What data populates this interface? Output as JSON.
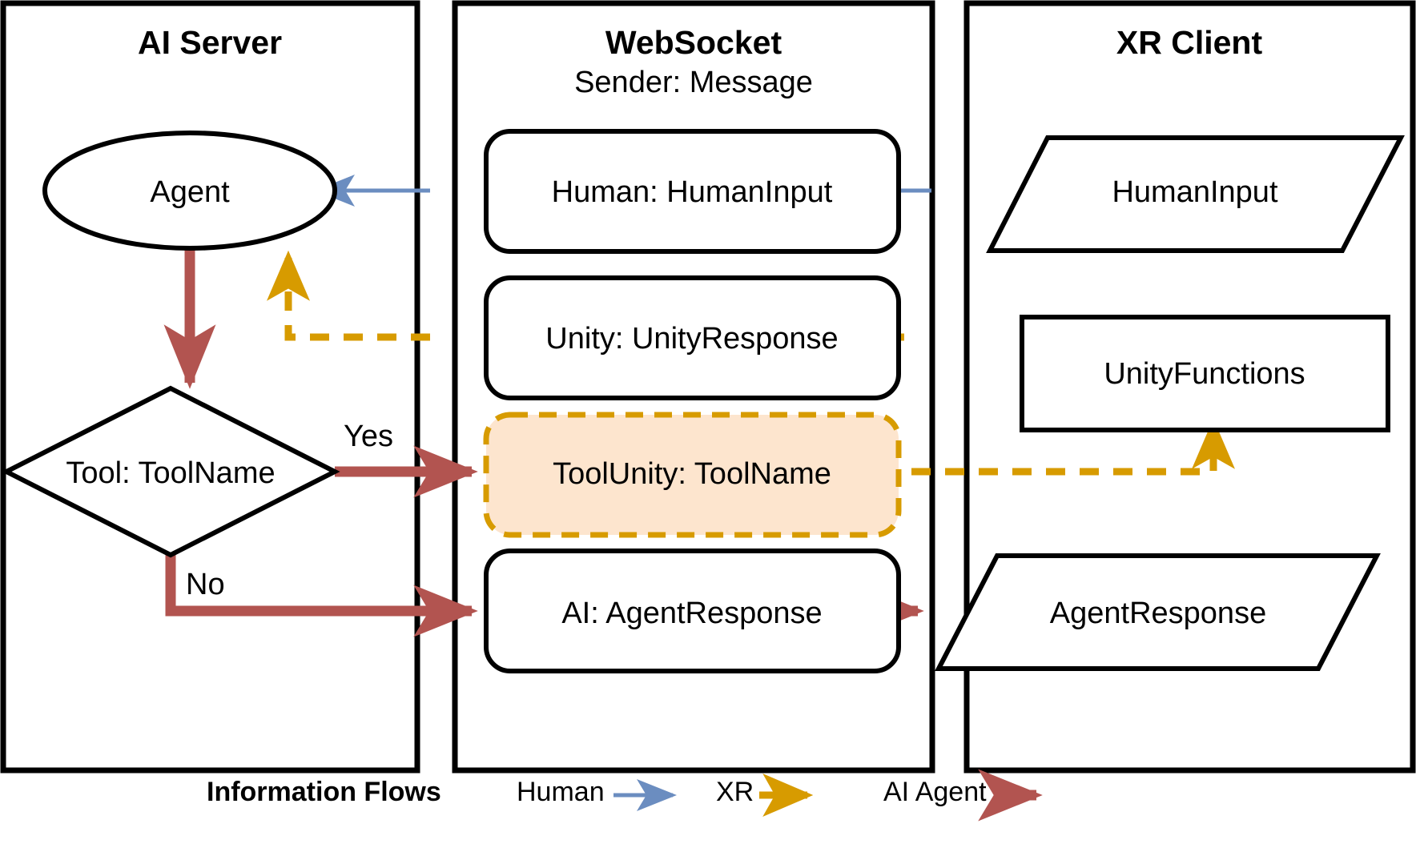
{
  "diagram": {
    "title": "Information Flows",
    "lanes": [
      {
        "id": "ai-server",
        "title": "AI Server",
        "subtitle": ""
      },
      {
        "id": "websocket",
        "title": "WebSocket",
        "subtitle": "Sender: Message"
      },
      {
        "id": "xr-client",
        "title": "XR Client",
        "subtitle": ""
      }
    ],
    "nodes": {
      "agent": {
        "label": "Agent",
        "shape": "ellipse",
        "lane": "ai-server"
      },
      "tool_decision": {
        "label": "Tool: ToolName",
        "shape": "diamond",
        "lane": "ai-server"
      },
      "human_message": {
        "label": "Human: HumanInput",
        "shape": "rounded-rect",
        "lane": "websocket"
      },
      "unity_message": {
        "label": "Unity: UnityResponse",
        "shape": "rounded-rect",
        "lane": "websocket"
      },
      "toolunity_message": {
        "label": "ToolUnity: ToolName",
        "shape": "rounded-rect-highlight",
        "lane": "websocket"
      },
      "ai_message": {
        "label": "AI: AgentResponse",
        "shape": "rounded-rect",
        "lane": "websocket"
      },
      "human_input": {
        "label": "HumanInput",
        "shape": "parallelogram",
        "lane": "xr-client"
      },
      "unity_functions": {
        "label": "UnityFunctions",
        "shape": "rect",
        "lane": "xr-client"
      },
      "agent_response": {
        "label": "AgentResponse",
        "shape": "parallelogram",
        "lane": "xr-client"
      }
    },
    "edge_labels": {
      "yes": "Yes",
      "no": "No"
    },
    "legend": {
      "title": "Information Flows",
      "items": [
        {
          "label": "Human",
          "style": "solid",
          "color": "#6B8DC0",
          "name": "legend-human"
        },
        {
          "label": "XR",
          "style": "dashed",
          "color": "#D79B00",
          "name": "legend-xr"
        },
        {
          "label": "AI Agent",
          "style": "solid",
          "color": "#B25450",
          "name": "legend-ai-agent"
        }
      ]
    },
    "colors": {
      "human_flow": "#6B8DC0",
      "xr_flow": "#D79B00",
      "ai_agent_flow": "#B25450",
      "highlight_fill": "#FDE5CE",
      "highlight_stroke": "#D79B00",
      "node_stroke": "#000000",
      "background": "#FFFFFF"
    }
  }
}
